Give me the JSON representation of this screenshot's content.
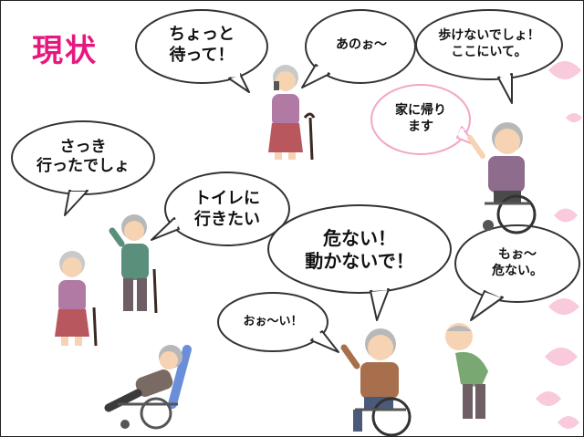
{
  "title": "現状",
  "bubbles": {
    "wait": "ちょっと\n待って！",
    "anoo": "あのぉ～",
    "cantwalk": "歩けないでしょ！\nここにいて。",
    "gohome": "家に帰り\nます",
    "justwent": "さっき\n行ったでしょ",
    "toilet": "トイレに\n行きたい",
    "danger_move": "危ない！\n動かないで！",
    "mou": "もぉ～\n危ない。",
    "ooi": "おぉ～い！"
  },
  "colors": {
    "title": "#e8177f",
    "bubble_outline_dark": "#333333",
    "bubble_outline_pink": "#f2a6c8",
    "petal": "#f9c9dc"
  },
  "icons": {
    "woman_on_phone": "elderly-woman-with-cane",
    "man_waving_wheelchair": "elderly-man-in-wheelchair",
    "woman_wheelchair": "elderly-woman-in-wheelchair",
    "man_reclining": "elderly-man-in-reclining-wheelchair",
    "man_hunched": "elderly-man-hunched",
    "man_cane": "elderly-man-with-cane"
  }
}
